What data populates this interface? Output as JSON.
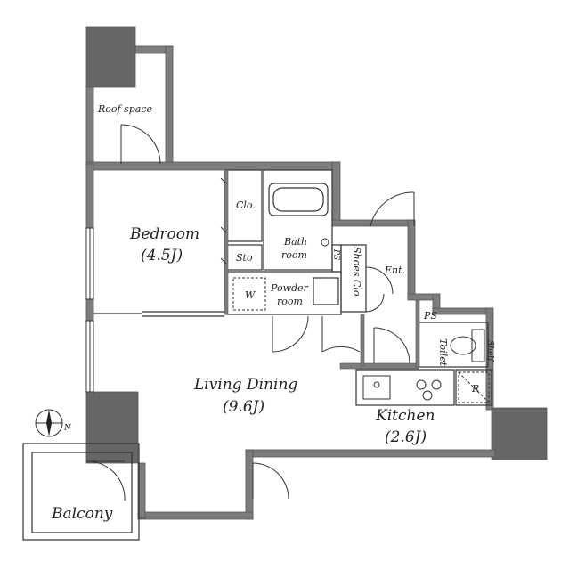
{
  "plan": {
    "rooms": {
      "roof_space": "Roof space",
      "bedroom": "Bedroom",
      "bedroom_area": "(4.5J)",
      "closet": "Clo.",
      "storage": "Sto",
      "bath": "Bath",
      "bath_2": "room",
      "ps_small": "PS",
      "shoes_clo": "Shoes Clo",
      "entrance": "Ent.",
      "washer": "W",
      "powder": "Powder",
      "powder_2": "room",
      "ps": "PS",
      "toilet": "Toilet",
      "shelf": "Shelf",
      "living_dining": "Living Dining",
      "living_area": "(9.6J)",
      "kitchen": "Kitchen",
      "kitchen_area": "(2.6J)",
      "refrigerator": "R",
      "balcony": "Balcony",
      "north": "N"
    },
    "colors": {
      "wall": "#7d7d7d",
      "wall_dark": "#555555",
      "line": "#333333"
    }
  }
}
